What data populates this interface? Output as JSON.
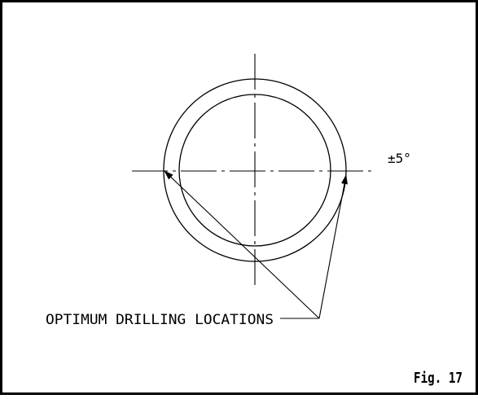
{
  "drawing": {
    "tolerance_label": "±5°",
    "callout_label": "OPTIMUM DRILLING LOCATIONS",
    "figure_label": "Fig. 17"
  },
  "colors": {
    "line": "#000000",
    "background": "#ffffff"
  }
}
